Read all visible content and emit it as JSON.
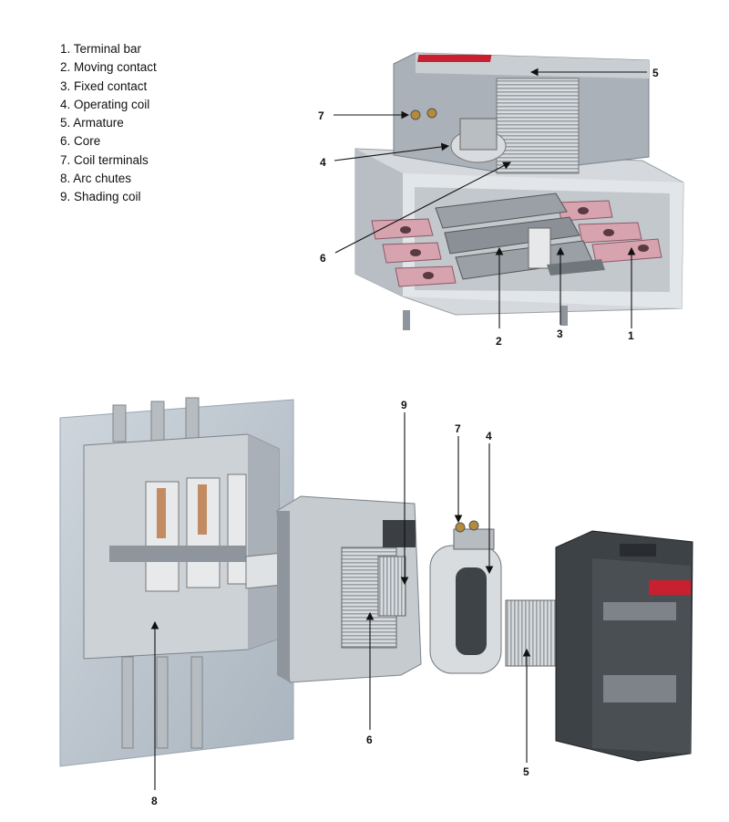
{
  "legend": [
    "1. Terminal bar",
    "2. Moving contact",
    "3. Fixed contact",
    "4. Operating coil",
    "5. Armature",
    "6. Core",
    "7. Coil terminals",
    "8. Arc chutes",
    "9. Shading coil"
  ],
  "callouts_top": {
    "n1": "1",
    "n2": "2",
    "n3": "3",
    "n4": "4",
    "n5": "5",
    "n6": "6",
    "n7": "7"
  },
  "callouts_bottom": {
    "n4": "4",
    "n5": "5",
    "n6": "6",
    "n7": "7",
    "n8": "8",
    "n9": "9"
  },
  "colors": {
    "housing": "#c9ced3",
    "housing_dark": "#8e959c",
    "copper": "#d7a3ae",
    "lamination": "#bfc3c7",
    "label_red": "#c8202e",
    "wall": "#b9c3cc"
  }
}
